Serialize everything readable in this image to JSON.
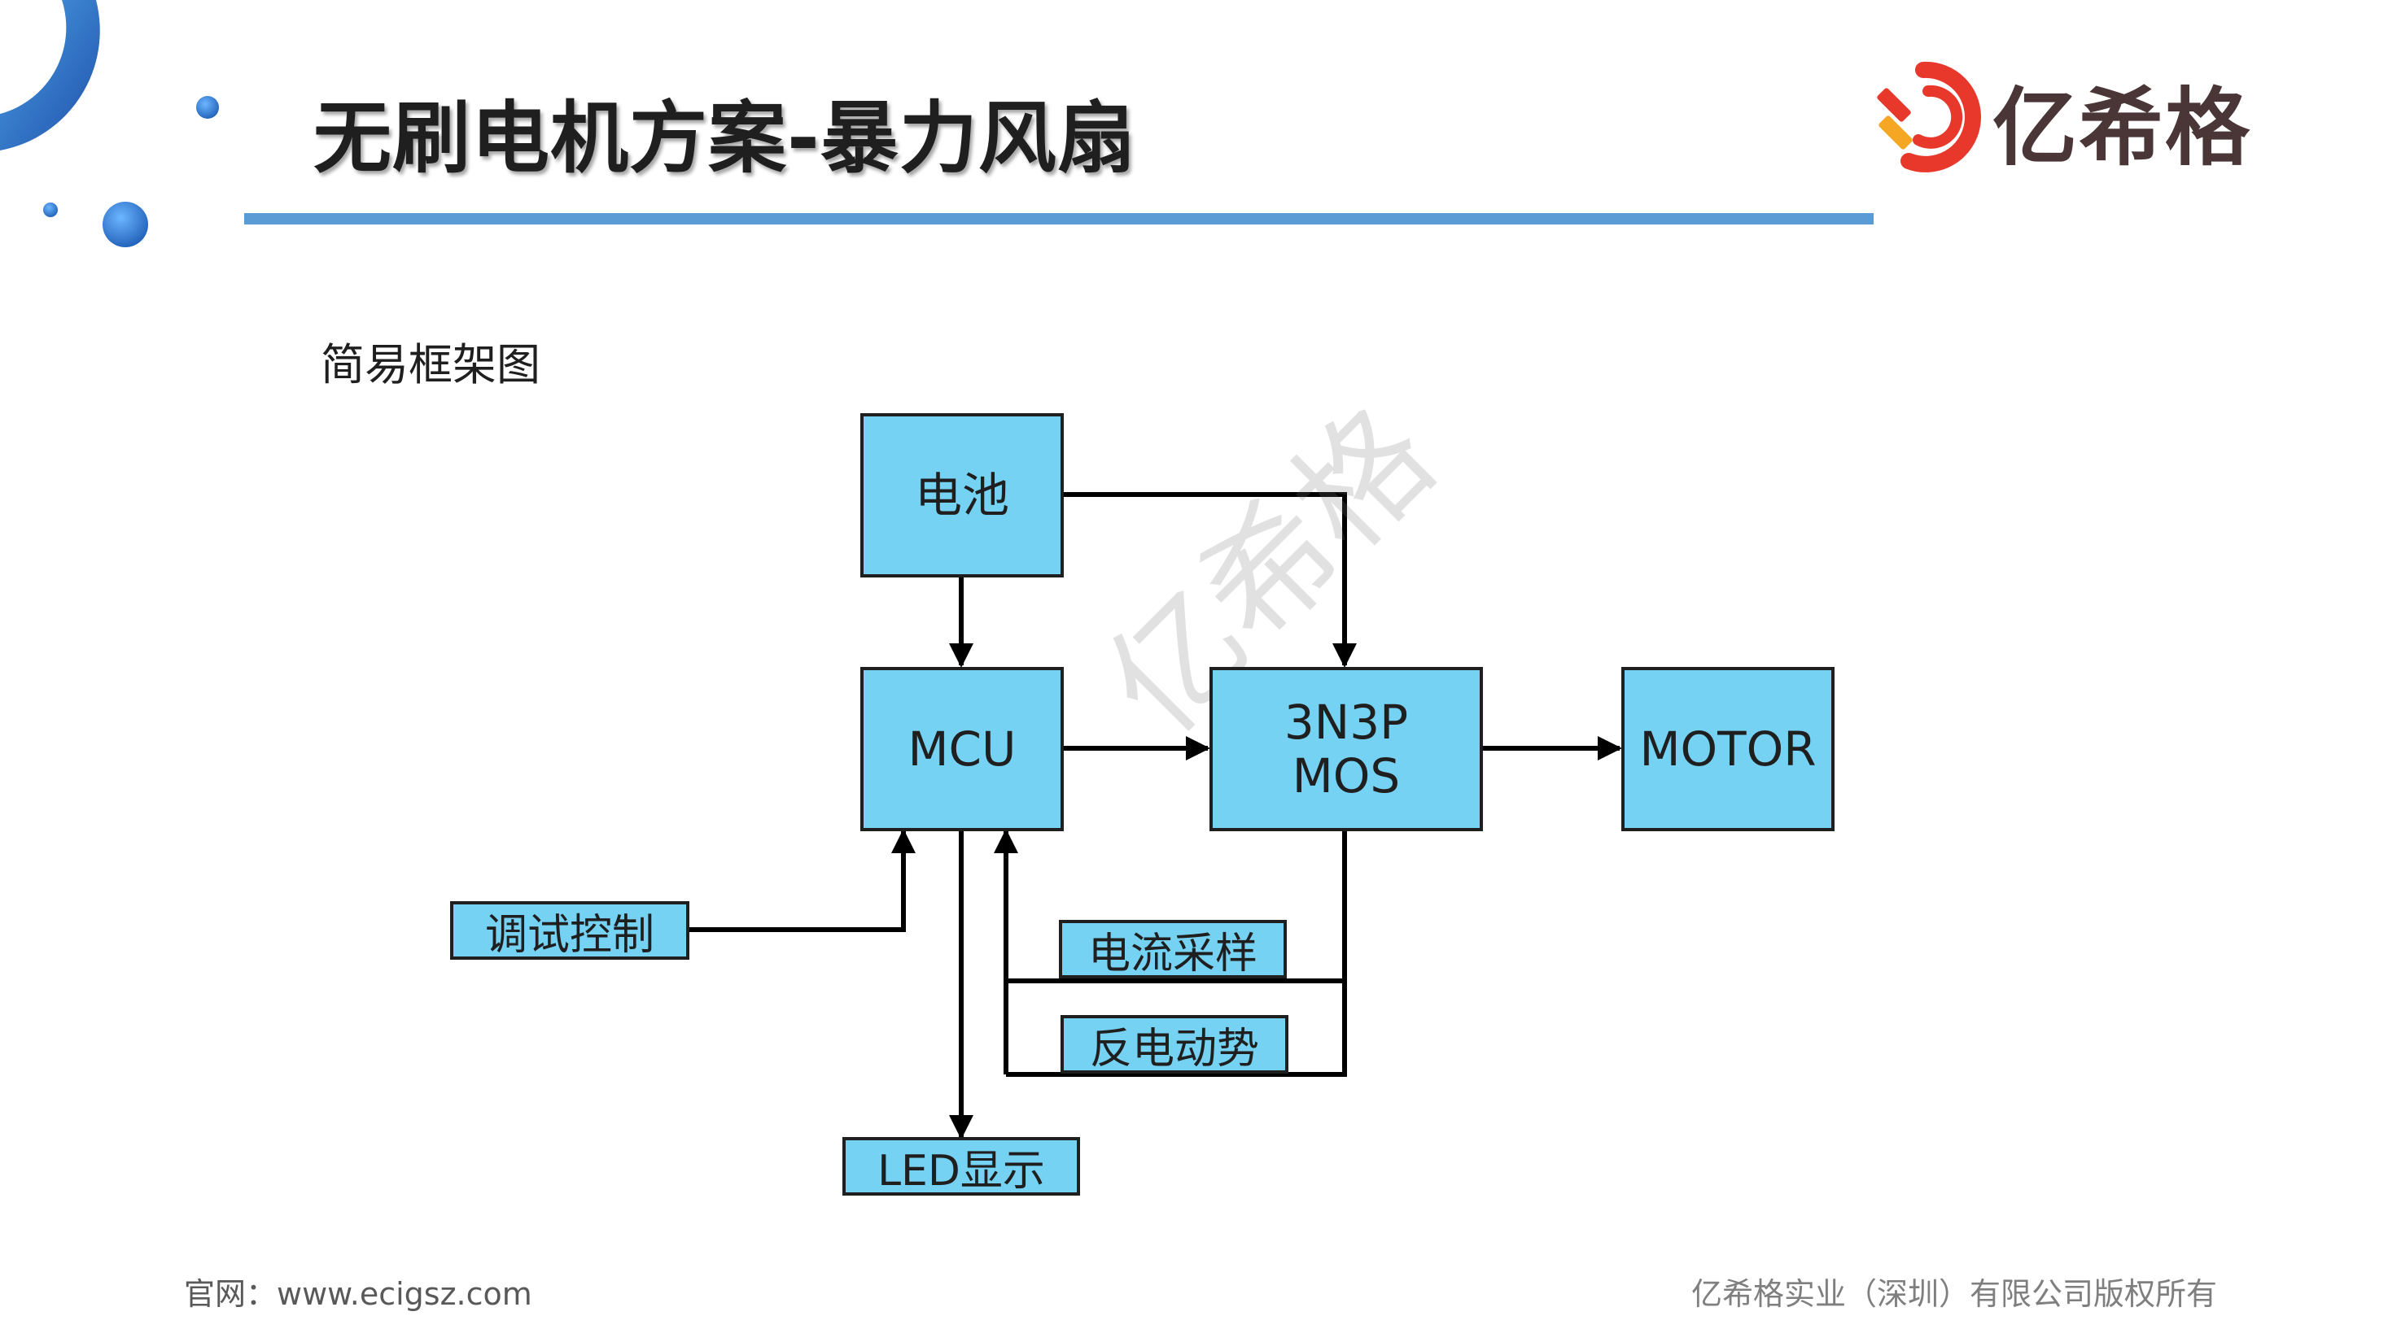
{
  "slide": {
    "title": "无刷电机方案-暴力风扇",
    "subtitle": "简易框架图",
    "logo_text": "亿希格",
    "watermark": "亿希格",
    "footer_left": "官网：www.ecigsz.com",
    "footer_right": "亿希格实业（深圳）有限公司版权所有"
  },
  "colors": {
    "accent_rule": "#5b9bd5",
    "box_fill": "#75d2f3",
    "box_border": "#1f1f1f",
    "deco_blue_dark": "#1f5fb8",
    "deco_blue_light": "#4a9fe6",
    "logo_red": "#e8382c",
    "logo_orange": "#f5a623",
    "logo_text": "#4a3636"
  },
  "diagram": {
    "nodes": {
      "battery": "电池",
      "mcu": "MCU",
      "mos_line1": "3N3P",
      "mos_line2": "MOS",
      "motor": "MOTOR",
      "debug": "调试控制",
      "current_sampling": "电流采样",
      "back_emf": "反电动势",
      "led": "LED显示"
    },
    "edges": [
      {
        "from": "battery",
        "to": "mcu"
      },
      {
        "from": "battery",
        "to": "mos"
      },
      {
        "from": "mcu",
        "to": "mos"
      },
      {
        "from": "mos",
        "to": "motor"
      },
      {
        "from": "debug",
        "to": "mcu"
      },
      {
        "from": "mos",
        "to": "mcu",
        "via": "current_sampling"
      },
      {
        "from": "mos",
        "to": "mcu",
        "via": "back_emf"
      },
      {
        "from": "mcu",
        "to": "led"
      }
    ]
  }
}
